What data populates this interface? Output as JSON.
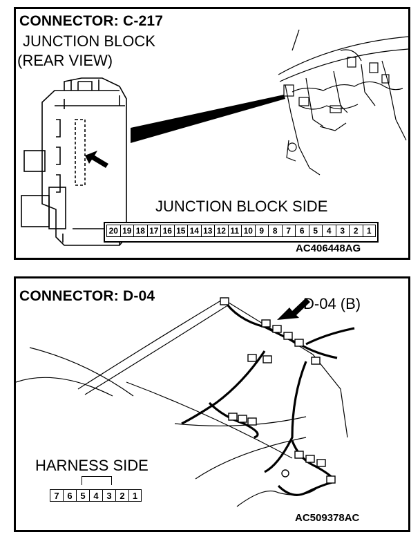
{
  "connector_c217": {
    "title": "CONNECTOR: C-217",
    "subtitle_line1": "JUNCTION BLOCK",
    "subtitle_line2": "(REAR VIEW)",
    "side_label": "JUNCTION BLOCK SIDE",
    "pins": [
      "20",
      "19",
      "18",
      "17",
      "16",
      "15",
      "14",
      "13",
      "12",
      "11",
      "10",
      "9",
      "8",
      "7",
      "6",
      "5",
      "4",
      "3",
      "2",
      "1"
    ],
    "figure_code": "AC406448AG"
  },
  "connector_d04": {
    "title": "CONNECTOR: D-04",
    "callout": "D-04 (B)",
    "side_label": "HARNESS SIDE",
    "pins": [
      "7",
      "6",
      "5",
      "4",
      "3",
      "2",
      "1"
    ],
    "figure_code": "AC509378AC"
  }
}
